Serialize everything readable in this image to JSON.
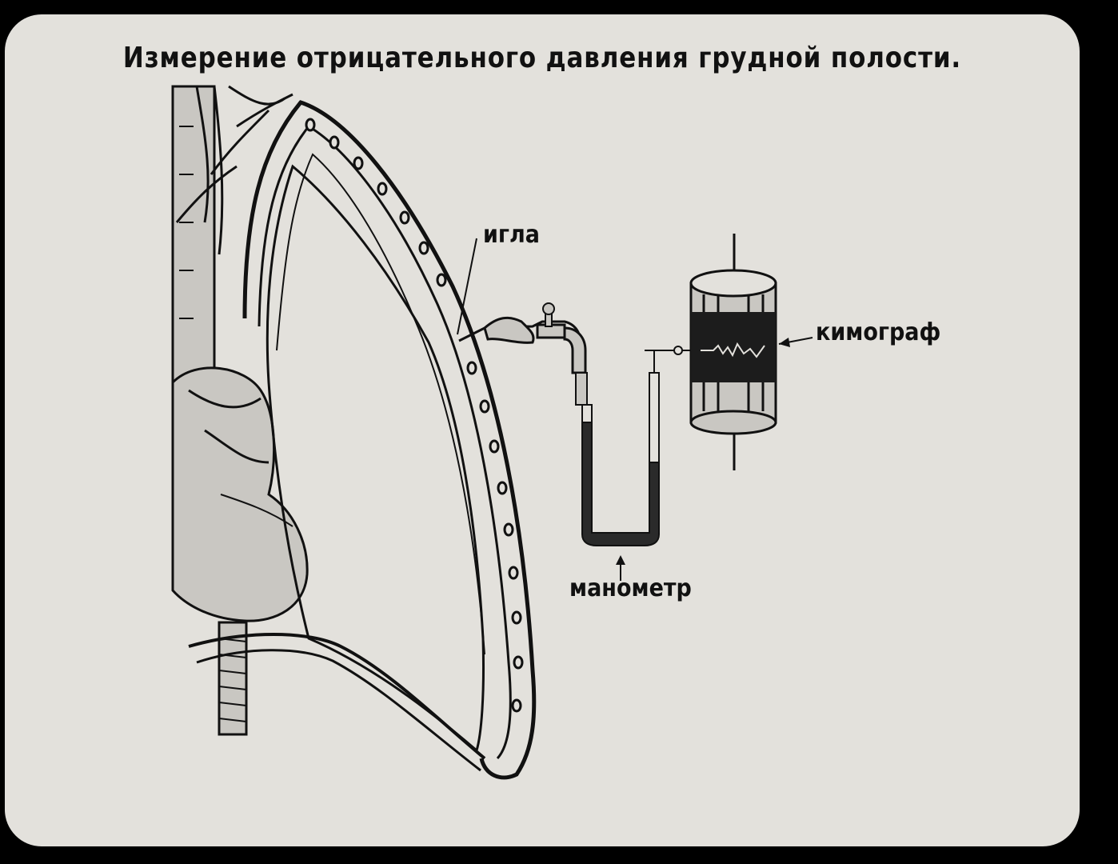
{
  "title": "Измерение отрицательного давления грудной полости.",
  "labels": {
    "needle": "игла",
    "kymograph": "кимограф",
    "manometer": "манометр"
  },
  "colors": {
    "background": "#000000",
    "slide": "#e3e1dc",
    "ink": "#111111",
    "tissue": "#c9c7c2",
    "dark_band": "#1c1c1c",
    "fluid": "#2a2a2a"
  }
}
